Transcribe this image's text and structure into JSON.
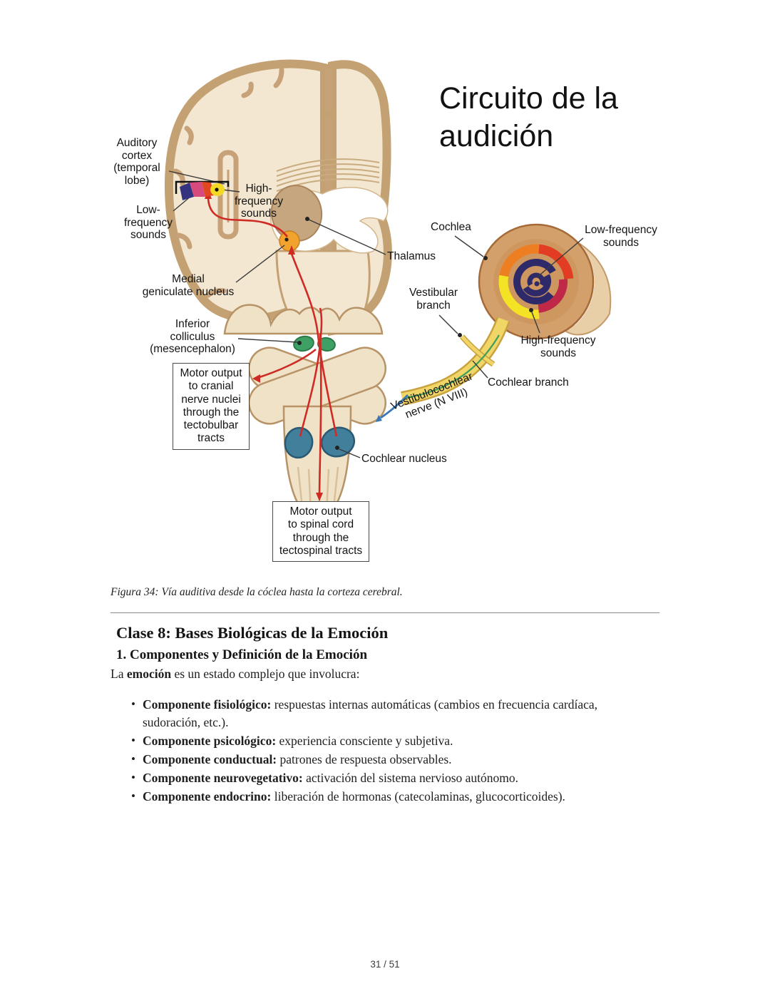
{
  "figure": {
    "title": "Circuito de la audición",
    "labels": {
      "auditory_cortex": "Auditory\ncortex\n(temporal\nlobe)",
      "low_freq_left": "Low-\nfrequency\nsounds",
      "high_freq_left": "High-\nfrequency\nsounds",
      "medial_geniculate": "Medial\ngeniculate nucleus",
      "inferior_colliculus": "Inferior\ncolliculus\n(mesencephalon)",
      "thalamus": "Thalamus",
      "cochlea": "Cochlea",
      "low_freq_right": "Low-frequency\nsounds",
      "vestibular_branch": "Vestibular\nbranch",
      "high_freq_right": "High-frequency\nsounds",
      "cochlear_branch": "Cochlear branch",
      "vestibulocochlear_nerve": "Vestibulocochlear\nnerve (N VIII)",
      "cochlear_nucleus": "Cochlear nucleus",
      "box_cranial": "Motor output\nto cranial\nnerve nuclei\nthrough the\ntectobulbar\ntracts",
      "box_spinal": "Motor output\nto spinal cord\nthrough the\ntectospinal tracts"
    },
    "colors": {
      "pathway_red": "#cf2b24",
      "nerve_yellow": "#f1d567",
      "nerve_green_stripe": "#3f9e5a",
      "colliculus_green": "#3fa066",
      "cochlear_nucleus_blue": "#417f9b",
      "mgn_orange": "#f2a32d",
      "cortex_tan": "#c7a178",
      "spiral_navy": "#2e2a6a"
    }
  },
  "caption": "Figura 34: Vía auditiva desde la cóclea hasta la corteza cerebral.",
  "section": {
    "heading": "Clase 8: Bases Biológicas de la Emoción",
    "subheading": "1. Componentes y Definición de la Emoción",
    "intro": {
      "prefix": "La ",
      "bold": "emoción",
      "suffix": " es un estado complejo que involucra:"
    },
    "bullets": [
      {
        "bold": "Componente fisiológico:",
        "text": " respuestas internas automáticas (cambios en frecuencia cardíaca, sudoración, etc.)."
      },
      {
        "bold": "Componente psicológico:",
        "text": " experiencia consciente y subjetiva."
      },
      {
        "bold": "Componente conductual:",
        "text": " patrones de respuesta observables."
      },
      {
        "bold": "Componente neurovegetativo:",
        "text": " activación del sistema nervioso autónomo."
      },
      {
        "bold": "Componente endocrino:",
        "text": " liberación de hormonas (catecolaminas, glucocorticoides)."
      }
    ]
  },
  "footer": {
    "page": "31 / 51"
  }
}
